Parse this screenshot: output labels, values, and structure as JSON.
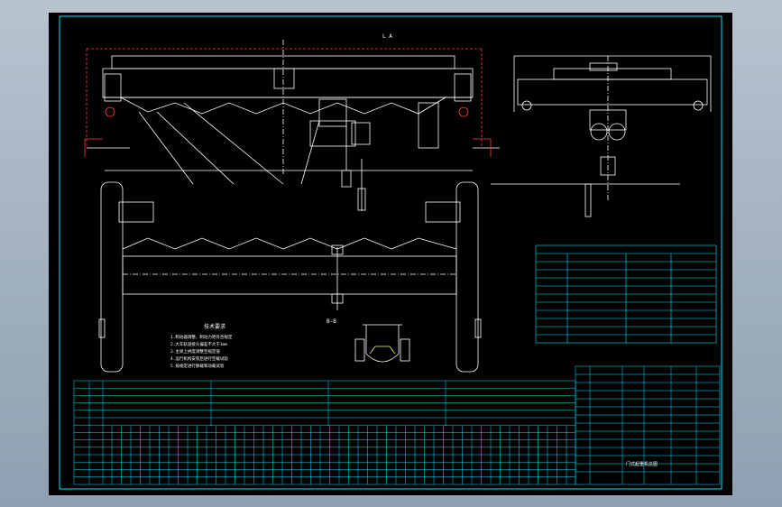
{
  "drawing": {
    "span_label": "L A",
    "notes_title": "技术要求",
    "notes": [
      "1.制动器调整，制动力矩符合规定",
      "2.大车轨道接头偏差不大于1mm",
      "3.主梁上拱度调整至规定值",
      "4.运行机构安装后进行空载试验",
      "5.按规定进行静载和动载试验"
    ],
    "section_label": "B-B",
    "sheet_label": "门式起重机总图",
    "colors": {
      "line": "#ffffff",
      "frame": "#00e5ff",
      "accent": "#ff3b3b",
      "table": "#00e5ff"
    }
  }
}
